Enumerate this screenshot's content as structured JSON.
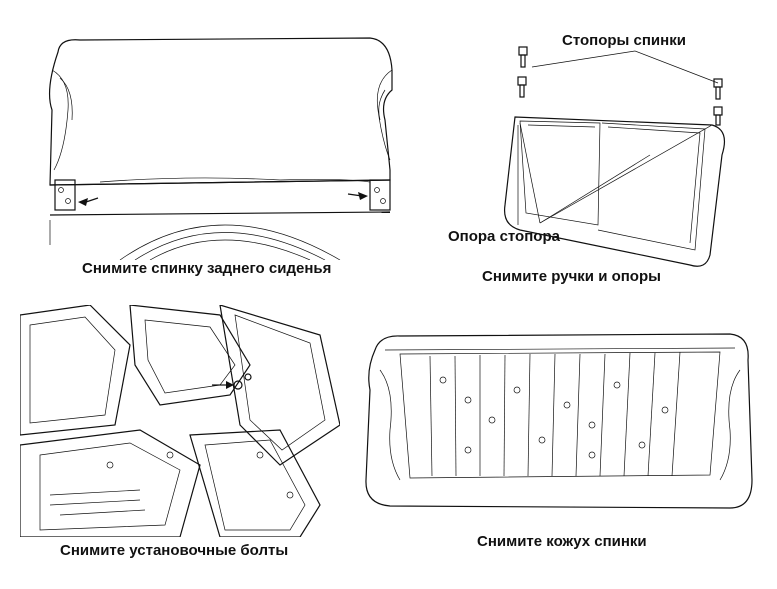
{
  "panels": [
    {
      "caption": "Снимите  спинку заднего сиденья"
    },
    {
      "caption": "Снимите ручки и опоры",
      "labels": {
        "stoppers": "Стопоры спинки",
        "support": "Опора стопора"
      }
    },
    {
      "caption": "Снимите установочные болты"
    },
    {
      "caption": "Снимите кожух спинки"
    }
  ]
}
